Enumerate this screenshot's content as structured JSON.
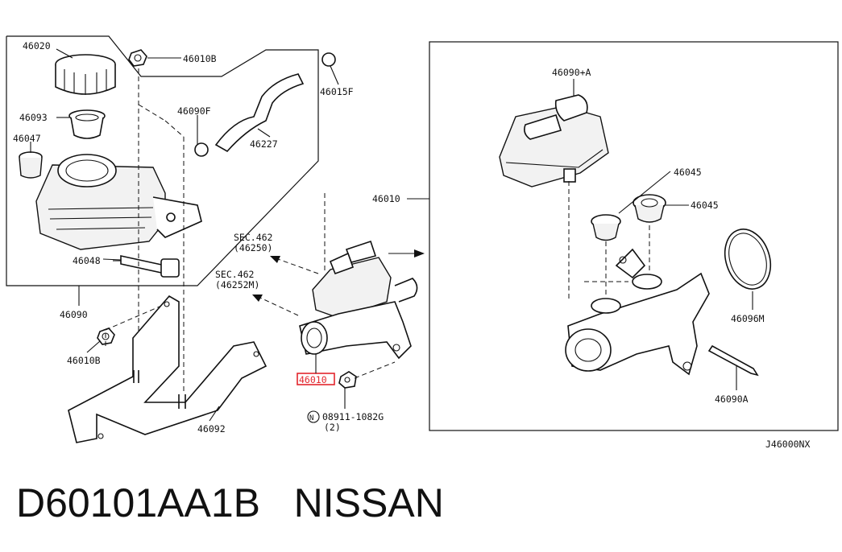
{
  "labels": {
    "l46020": "46020",
    "l46010B_top": "46010B",
    "l46093": "46093",
    "l46047": "46047",
    "l46090F": "46090F",
    "l46015F": "46015F",
    "l46227": "46227",
    "l46048": "46048",
    "l46090": "46090",
    "l46010B_bottom": "46010B",
    "l46092": "46092",
    "l46010_main": "46010",
    "l46010_hl": "46010",
    "sec462_a": "SEC.462",
    "sec462_a_sub": "(46250)",
    "sec462_b": "SEC.462",
    "sec462_b_sub": "(46252M)",
    "l08911": "08911-1082G",
    "l08911_qty": "(2)",
    "l08911_prefix": "N",
    "l46090A_plus": "46090+A",
    "l46045_a": "46045",
    "l46045_b": "46045",
    "l46096M": "46096M",
    "l46090A": "46090A",
    "diagram_code": "J46000NX"
  },
  "highlight_color": "#e3262d",
  "caption": "D60101AA1B   NISSAN"
}
